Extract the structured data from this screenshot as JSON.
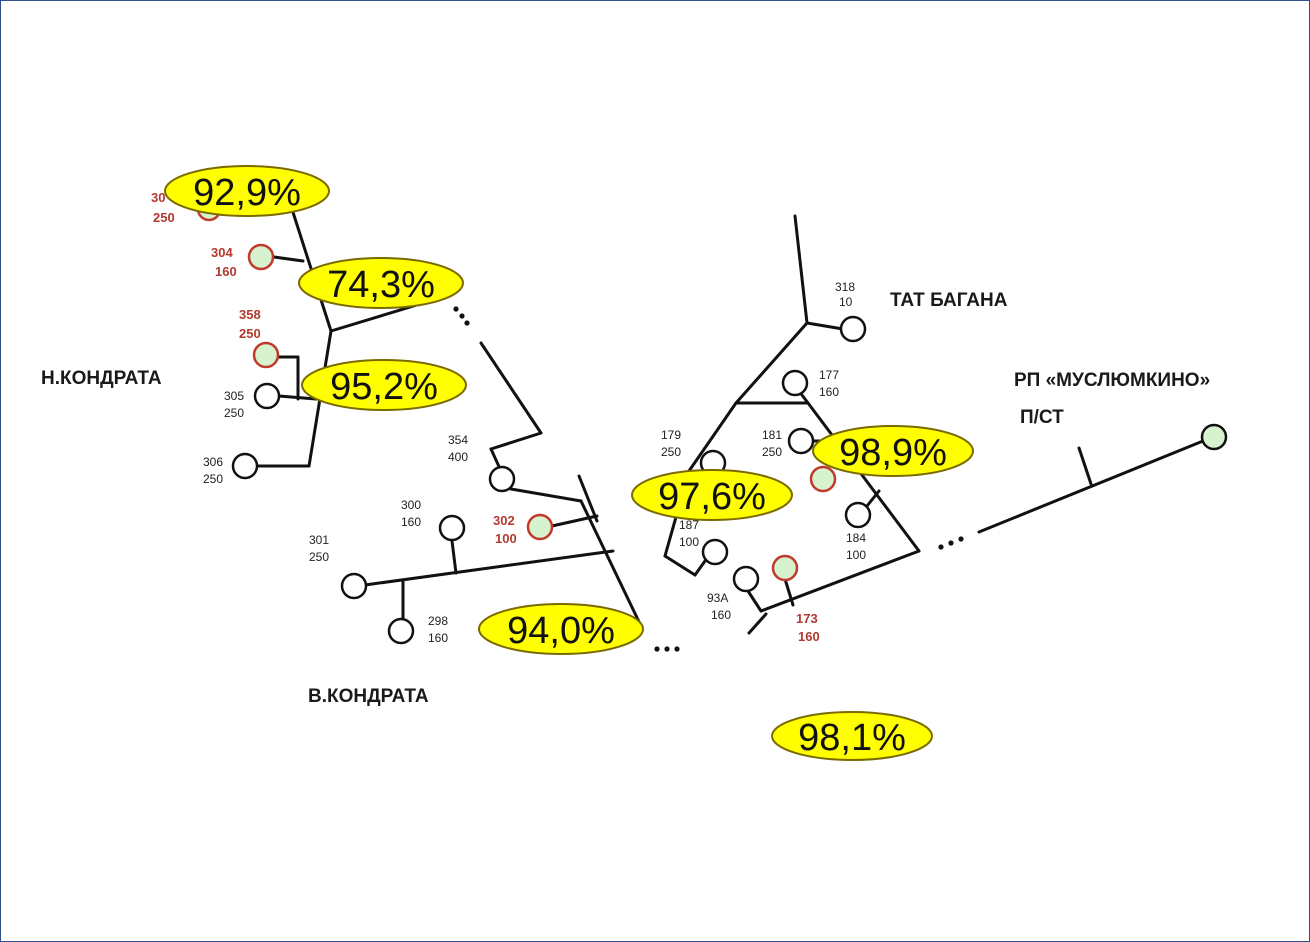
{
  "labels": {
    "n_kondrata": "Н.КОНДРАТА",
    "v_kondrata": "В.КОНДРАТА",
    "tat_bagana": "ТАТ БАГАНА",
    "rp_muslyumkino": "РП «МУСЛЮМКИНО»",
    "ps": "П/СТ"
  },
  "percentages": {
    "p1": "92,9%",
    "p2": "74,3%",
    "p3": "95,2%",
    "p4": "94,0%",
    "p5": "97,6%",
    "p6": "98,9%",
    "p7": "98,1%"
  },
  "substations": {
    "s30x": {
      "num": "30",
      "kva": "250"
    },
    "s304": {
      "num": "304",
      "kva": "160"
    },
    "s358": {
      "num": "358",
      "kva": "250"
    },
    "s305": {
      "num": "305",
      "kva": "250"
    },
    "s306": {
      "num": "306",
      "kva": "250"
    },
    "s354": {
      "num": "354",
      "kva": "400"
    },
    "s300": {
      "num": "300",
      "kva": "160"
    },
    "s301": {
      "num": "301",
      "kva": "250"
    },
    "s302": {
      "num": "302",
      "kva": "100"
    },
    "s298": {
      "num": "298",
      "kva": "160"
    },
    "s318": {
      "num": "318",
      "kva": "10"
    },
    "s177": {
      "num": "177",
      "kva": "160"
    },
    "s179": {
      "num": "179",
      "kva": "250"
    },
    "s181": {
      "num": "181",
      "kva": "250"
    },
    "s187": {
      "num": "187",
      "kva": "100"
    },
    "s184": {
      "num": "184",
      "kva": "100"
    },
    "s93a": {
      "num": "93А",
      "kva": "160"
    },
    "s173": {
      "num": "173",
      "kva": "160"
    }
  },
  "colors": {
    "bubble": "#ffff00",
    "highlight_red": "#b23a2e",
    "highlight_fill": "#d6f2cf",
    "frame": "#2f4f8f"
  }
}
